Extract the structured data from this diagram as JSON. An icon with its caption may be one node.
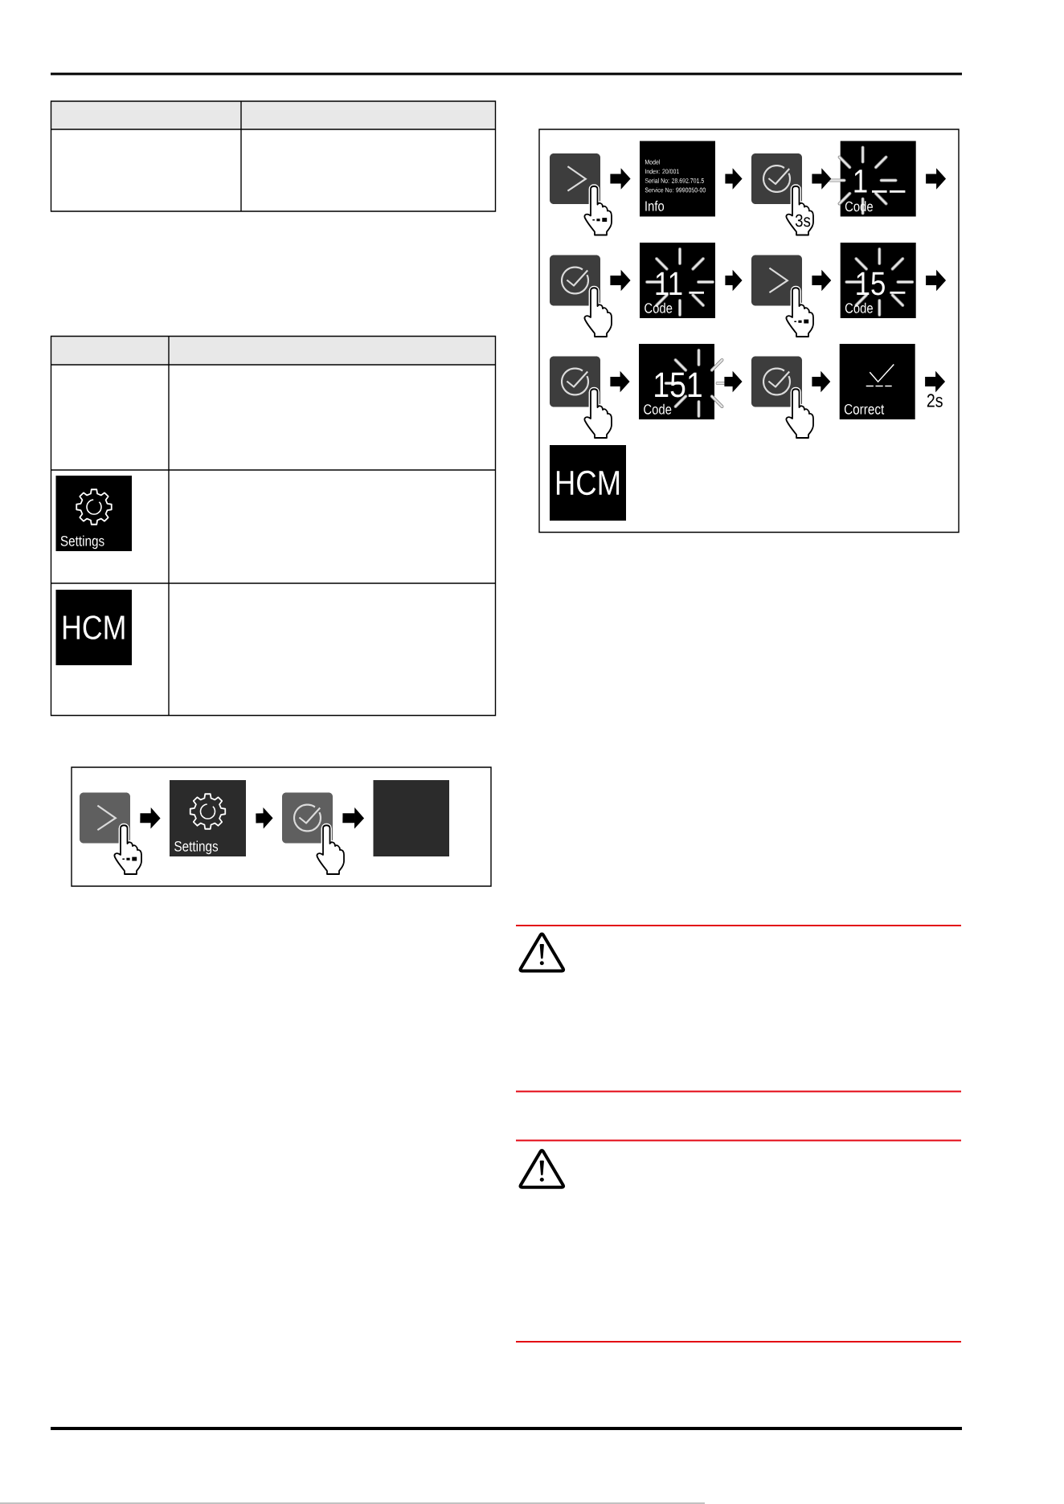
{
  "diagram": {
    "nodes": [
      {
        "text": [
          "Settings"
        ]
      },
      {
        "text": [
          "HCM"
        ]
      },
      {
        "text": [],
        "shape": "box"
      },
      {
        "text": [],
        "shape": "box",
        "in": 2
      },
      {
        "text": [
          "Settings"
        ],
        "in": 2
      },
      {
        "text": [],
        "shape": "box",
        "in": 2
      },
      {
        "text": [],
        "shape": "box",
        "in": 2
      },
      {
        "text": [],
        "shape": "box"
      },
      {
        "text": [],
        "shape": "box",
        "in": 7
      },
      {
        "text": [
          "Model",
          "Index: 20/001",
          "Serial No: 28.692.701.5",
          "Service No: 9990050-00",
          "Info"
        ],
        "in": 7
      },
      {
        "text": [],
        "shape": "box",
        "in": 7,
        "beside": [
          "3s"
        ]
      },
      {
        "text": [
          "1",
          "Code"
        ],
        "in": 7
      },
      {
        "text": [],
        "shape": "box",
        "in": 7
      },
      {
        "text": [
          "11",
          "Code"
        ],
        "in": 7
      },
      {
        "text": [],
        "shape": "box",
        "in": 7
      },
      {
        "text": [
          "15",
          "Code"
        ],
        "in": 7
      },
      {
        "text": [],
        "shape": "box",
        "in": 7
      },
      {
        "text": [
          "151",
          "Code"
        ],
        "in": 7
      },
      {
        "text": [],
        "shape": "box",
        "in": 7
      },
      {
        "text": [
          "Correct"
        ],
        "in": 7
      },
      {
        "text": [
          "HCM"
        ],
        "in": 7
      }
    ],
    "edges": [
      {
        "from": 3,
        "to": 4,
        "arrow": "to"
      },
      {
        "from": 4,
        "to": 5,
        "arrow": "to"
      },
      {
        "from": 5,
        "to": 6,
        "arrow": "to"
      },
      {
        "from": 8,
        "to": 9,
        "arrow": "to"
      },
      {
        "from": 9,
        "to": 10,
        "arrow": "to"
      },
      {
        "from": 10,
        "to": 11,
        "arrow": "to"
      },
      {
        "from": 11,
        "to": null,
        "arrow": "to"
      },
      {
        "from": 12,
        "to": 13,
        "arrow": "to"
      },
      {
        "from": 13,
        "to": 14,
        "arrow": "to"
      },
      {
        "from": 14,
        "to": 15,
        "arrow": "to"
      },
      {
        "from": 15,
        "to": null,
        "arrow": "to"
      },
      {
        "from": 16,
        "to": 17,
        "arrow": "to"
      },
      {
        "from": 17,
        "to": 18,
        "arrow": "to"
      },
      {
        "from": 18,
        "to": 19,
        "arrow": "to"
      },
      {
        "from": 19,
        "to": null,
        "arrow": "to",
        "label": "2s"
      }
    ]
  }
}
